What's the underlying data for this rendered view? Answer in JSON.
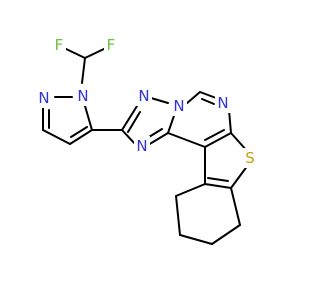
{
  "molecule": {
    "atom_color_N": "#2f35d8",
    "atom_color_F": "#6cc23c",
    "atom_color_S": "#c7a300",
    "bond_color": "#000000",
    "atoms": {
      "F_left": "F",
      "F_right": "F",
      "N_pyrazole_1": "N",
      "N_pyrazole_2": "N",
      "N_triazole_top": "N",
      "N_triazole_fused": "N",
      "N_triazole_bottom": "N",
      "N_pyrimidine": "N",
      "S_thiophene": "S"
    }
  }
}
